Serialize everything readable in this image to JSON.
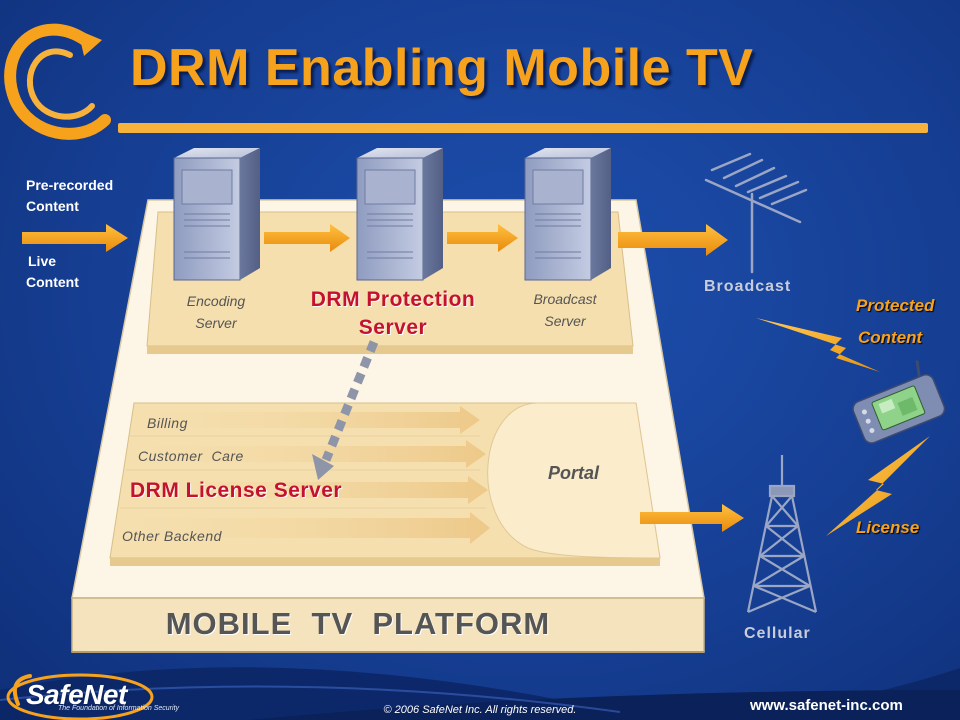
{
  "slide": {
    "title": "DRM Enabling Mobile TV",
    "inputs": {
      "prerecorded_line1": "Pre-recorded",
      "prerecorded_line2": "Content",
      "live_line1": "Live",
      "live_line2": "Content"
    },
    "servers": {
      "encoding_line1": "Encoding",
      "encoding_line2": "Server",
      "drm_protection_line1": "DRM Protection",
      "drm_protection_line2": "Server",
      "broadcast_line1": "Broadcast",
      "broadcast_line2": "Server"
    },
    "backend": {
      "billing": "Billing",
      "customer_care": "Customer  Care",
      "drm_license_server": "DRM License Server",
      "other_backend": "Other Backend",
      "portal": "Portal"
    },
    "platform_label": "MOBILE  TV  PLATFORM",
    "delivery": {
      "broadcast": "Broadcast",
      "protected": "Protected",
      "content": "Content",
      "license": "License",
      "cellular": "Cellular"
    },
    "footer": {
      "copyright": "© 2006 SafeNet Inc. All rights reserved.",
      "url": "www.safenet-inc.com",
      "brand": "SafeNet",
      "brand_tagline": "The Foundation of Information Security"
    },
    "colors": {
      "background": "#163f94",
      "accent_orange": "#f7a21c",
      "drm_red": "#c4122e",
      "platform_fill": "#fdf6e6",
      "tier_fill": "#f5dfae"
    },
    "icons": [
      "safenet-swirl-icon",
      "server-tower-icon",
      "broadcast-antenna-icon",
      "lightning-bolt-icon",
      "mobile-device-icon",
      "cell-tower-icon"
    ]
  }
}
